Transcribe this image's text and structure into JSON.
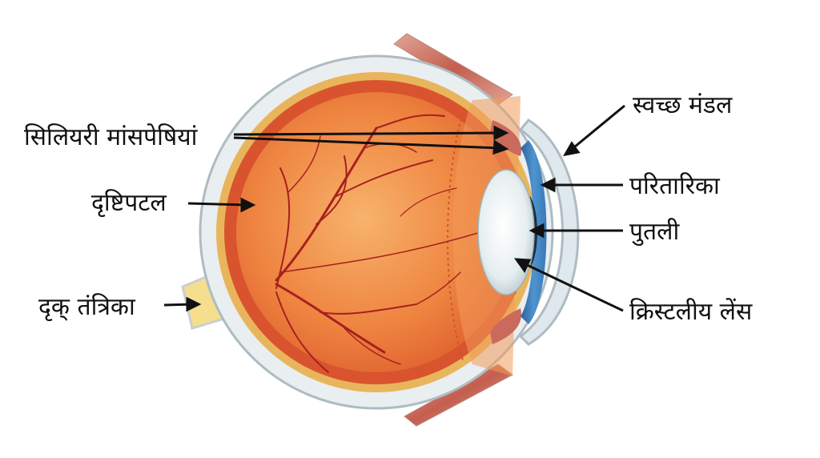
{
  "labels": {
    "ciliary_muscles": "सिलियरी मांसपेषियां",
    "retina": "दृष्टिपटल",
    "optic_nerve": "दृक् तंत्रिका",
    "cornea": "स्वच्छ मंडल",
    "iris": "परितारिका",
    "pupil": "पुतली",
    "lens": "क्रिस्टलीय लेंस"
  },
  "colors": {
    "sclera": "#e9eef0",
    "choroid": "#e9b55c",
    "retina_red": "#d9542e",
    "vitreous": "#f08a45",
    "vessel": "#a8201e",
    "iris": "#3f86c4",
    "lens": "#eef3f4",
    "optic_nerve": "#f5de8e",
    "muscle": "#c96a5c"
  }
}
